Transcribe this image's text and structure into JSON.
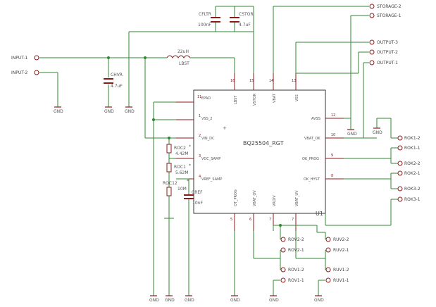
{
  "chip": {
    "name": "BQ25504_RGT",
    "designator": "U1"
  },
  "pins": {
    "p11": {
      "label": "EPAD",
      "num": "11"
    },
    "p1": {
      "label": "VSS_2",
      "num": "1"
    },
    "p2": {
      "label": "VIN_DC",
      "num": "2"
    },
    "p3": {
      "label": "VOC_SAMP",
      "num": "3"
    },
    "p4": {
      "label": "VREF_SAMP",
      "num": "4"
    },
    "p16": {
      "label": "LBST",
      "num": "16"
    },
    "p15": {
      "label": "VSTOR",
      "num": "15"
    },
    "p14": {
      "label": "VBAT",
      "num": "14"
    },
    "p13": {
      "label": "VSS",
      "num": "13"
    },
    "p12": {
      "label": "AVSS",
      "num": "12"
    },
    "p10": {
      "label": "VBAT_OK",
      "num": "10"
    },
    "p9": {
      "label": "OK_PROG",
      "num": "9"
    },
    "p8": {
      "label": "OK_HYST",
      "num": "8"
    },
    "p5": {
      "label": "OT_PROG",
      "num": "5"
    },
    "p6": {
      "label": "VBAT_OV",
      "num": "6"
    },
    "p7": {
      "label": "VRDIV",
      "num": "7"
    },
    "p7b": {
      "label": "VBAT_UV",
      "num": "7"
    }
  },
  "components": {
    "cfltr": {
      "name": "CFLTR",
      "value": "100nF"
    },
    "cstor": {
      "name": "CSTOR",
      "value": "4.7uF"
    },
    "lbst": {
      "name": "LBST",
      "value": "22uH"
    },
    "chvr": {
      "name": "CHVR",
      "value": "4.7uF"
    },
    "roc2": {
      "name": "ROC2",
      "value": "4.42M"
    },
    "roc1": {
      "name": "ROC1",
      "value": "5.62M"
    },
    "roc12": {
      "name": "ROC12",
      "value": "10M"
    },
    "cref": {
      "name": "CREF",
      "value": "10nF"
    }
  },
  "ports": {
    "storage2": "STORAGE-2",
    "storage1": "STORAGE-1",
    "output3": "OUTPUT-3",
    "output2": "OUTPUT-2",
    "output1": "OUTPUT-1",
    "input1": "INPUT-1",
    "input2": "INPUT-2",
    "rok12": "ROK1-2",
    "rok11": "ROK1-1",
    "rok22": "ROK2-2",
    "rok21": "ROK2-1",
    "rok32": "ROK3-2",
    "rok31": "ROK3-1",
    "rov22": "ROV2-2",
    "rov21": "ROV2-1",
    "rov12": "ROV1-2",
    "rov11": "ROV1-1",
    "ruv22": "RUV2-2",
    "ruv21": "RUV2-1",
    "ruv12": "RUV1-2",
    "ruv11": "RUV1-1"
  },
  "gnd_label": "GND",
  "marks": {
    "star": "*"
  }
}
